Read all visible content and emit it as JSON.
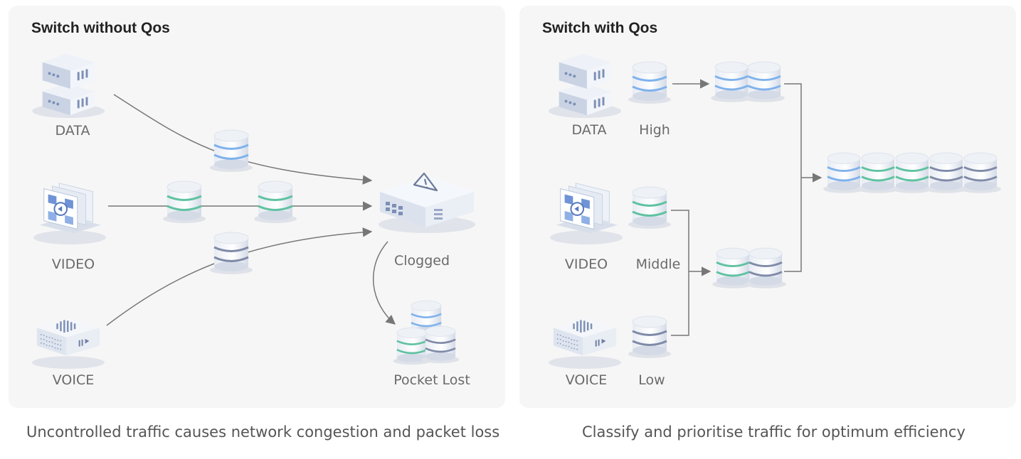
{
  "left_panel": {
    "title": "Switch without Qos",
    "sources": [
      "DATA",
      "VIDEO",
      "VOICE"
    ],
    "switch_label": "Clogged",
    "loss_label": "Pocket Lost",
    "caption": "Uncontrolled traffic causes network congestion and packet loss"
  },
  "right_panel": {
    "title": "Switch with Qos",
    "sources": [
      "DATA",
      "VIDEO",
      "VOICE"
    ],
    "priorities": [
      "High",
      "Middle",
      "Low"
    ],
    "caption": "Classify and prioritise traffic for optimum efficiency"
  },
  "colors": {
    "data_traffic": "#7fb2ec",
    "video_traffic": "#5fc2a0",
    "voice_traffic": "#7f8aa8",
    "arrow": "#777777"
  }
}
